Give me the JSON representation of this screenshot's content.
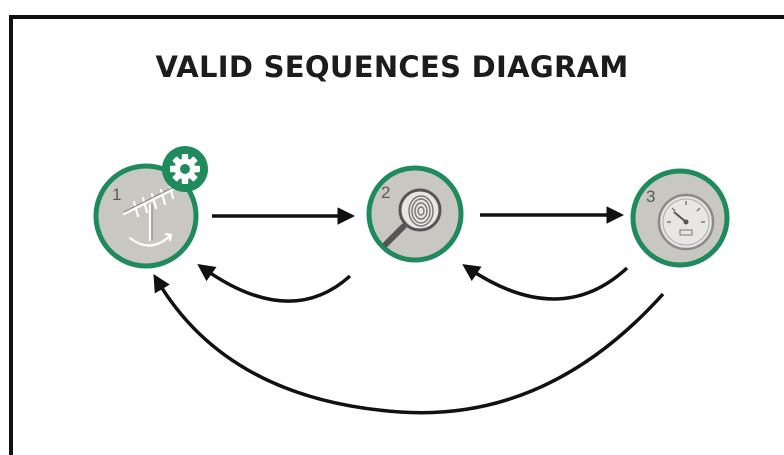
{
  "title": "VALID SEQUENCES DIAGRAM",
  "colors": {
    "ring": "#1f8a5c",
    "node_fill": "#c9c7c2",
    "arrow": "#111111",
    "icon": "#7a7a7a"
  },
  "nodes": [
    {
      "number": "1",
      "icon": "antenna-setup-icon",
      "badge": "gear-icon"
    },
    {
      "number": "2",
      "icon": "fingerprint-magnifier-icon"
    },
    {
      "number": "3",
      "icon": "gauge-icon"
    }
  ]
}
